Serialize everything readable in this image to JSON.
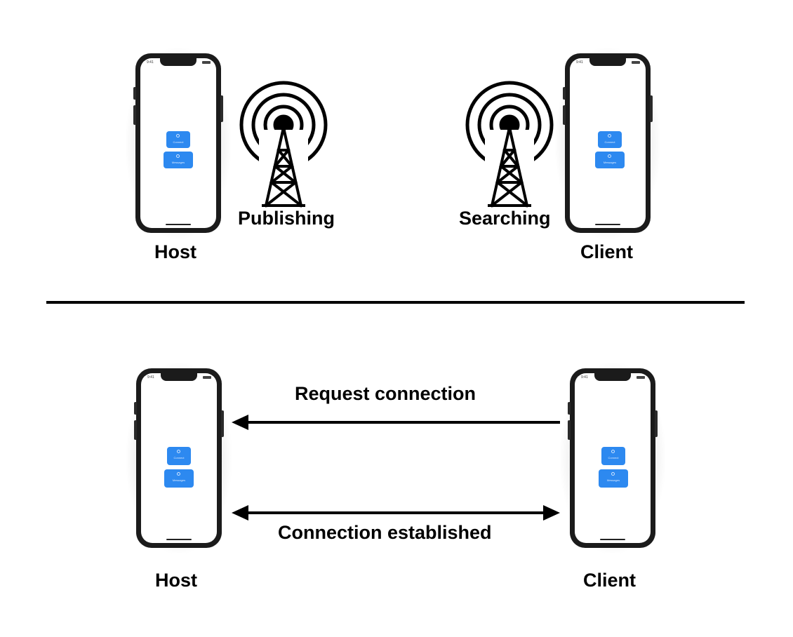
{
  "top": {
    "host_label": "Host",
    "client_label": "Client",
    "publishing_label": "Publishing",
    "searching_label": "Searching"
  },
  "bottom": {
    "host_label": "Host",
    "client_label": "Client",
    "request_label": "Request connection",
    "established_label": "Connection established"
  },
  "phone": {
    "status_time": "9:41",
    "button1": "Connect",
    "button2": "Messages"
  },
  "colors": {
    "app_button": "#2d89f0",
    "line": "#000000"
  }
}
